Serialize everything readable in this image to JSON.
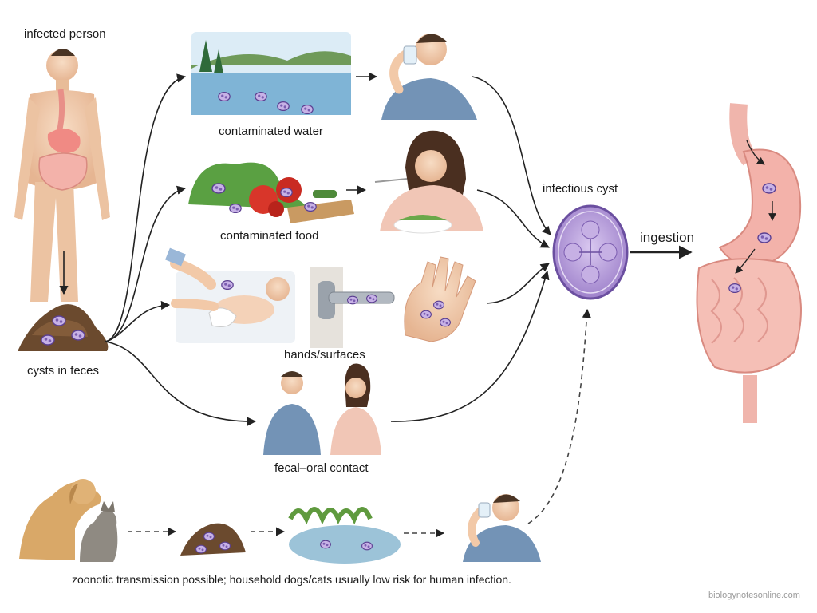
{
  "labels": {
    "infected_person": "infected person",
    "cysts_in_feces": "cysts in feces",
    "contaminated_water": "contaminated water",
    "contaminated_food": "contaminated food",
    "hands_surfaces": "hands/surfaces",
    "fecal_oral": "fecal–oral contact",
    "infectious_cyst": "infectious cyst",
    "ingestion": "ingestion",
    "zoonotic": "zoonotic transmission possible; household dogs/cats usually low risk for human infection.",
    "watermark": "biologynotesonline.com"
  },
  "colors": {
    "cyst_fill": "#b49ad8",
    "cyst_stroke": "#6b4fa0",
    "skin": "#f2c9a8",
    "organ": "#f0a8a0",
    "feces": "#6b4a2e",
    "water": "#7fb4d6",
    "arrow": "#222222"
  },
  "icons": [
    "person-figure-icon",
    "feces-pile-icon",
    "water-scene-icon",
    "drinking-man-icon",
    "vegetables-icon",
    "eating-woman-icon",
    "diaper-change-icon",
    "door-handle-icon",
    "hand-icon",
    "couple-icon",
    "infectious-cyst-icon",
    "digestive-tract-icon",
    "dog-cat-icon",
    "puddle-icon"
  ]
}
